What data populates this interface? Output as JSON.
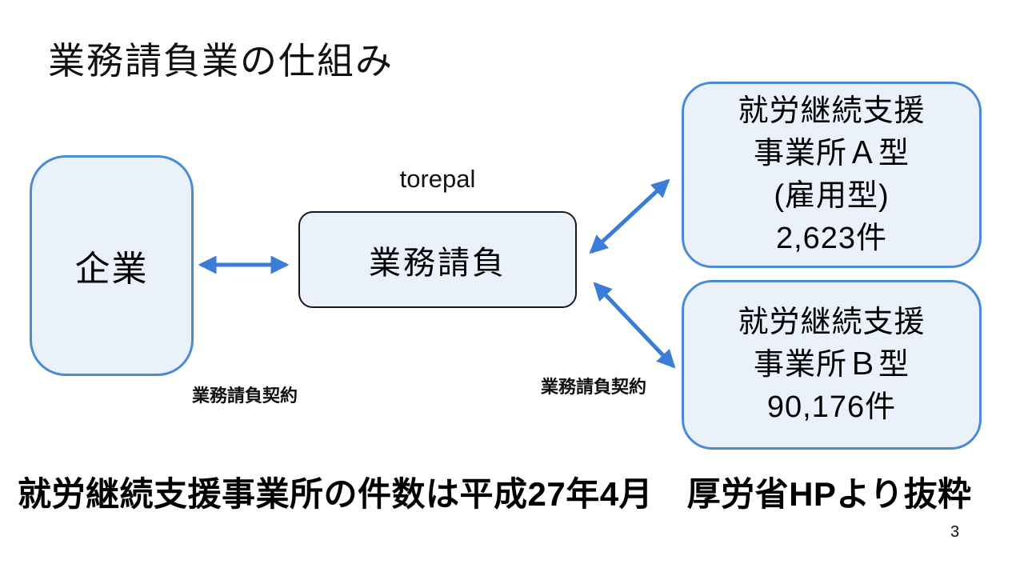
{
  "slide": {
    "title": "業務請負業の仕組み",
    "footnote": "就労継続支援事業所の件数は平成27年4月　厚労省HPより抜粋",
    "page_number": "3"
  },
  "diagram": {
    "company": {
      "label": "企業"
    },
    "contractor": {
      "caption": "torepal",
      "label": "業務請負"
    },
    "office_a": {
      "lines": [
        "就労継続支援",
        "事業所Ａ型",
        "(雇用型)",
        "2,623件"
      ]
    },
    "office_b": {
      "lines": [
        "就労継続支援",
        "事業所Ｂ型",
        "90,176件"
      ]
    },
    "contract_label_left": "業務請負契約",
    "contract_label_right": "業務請負契約",
    "colors": {
      "box_fill": "#EAF1FB",
      "blue_border": "#4A8BD5",
      "black_border": "#1A1A1A",
      "arrow": "#3B7CD8",
      "text": "#000000"
    }
  }
}
